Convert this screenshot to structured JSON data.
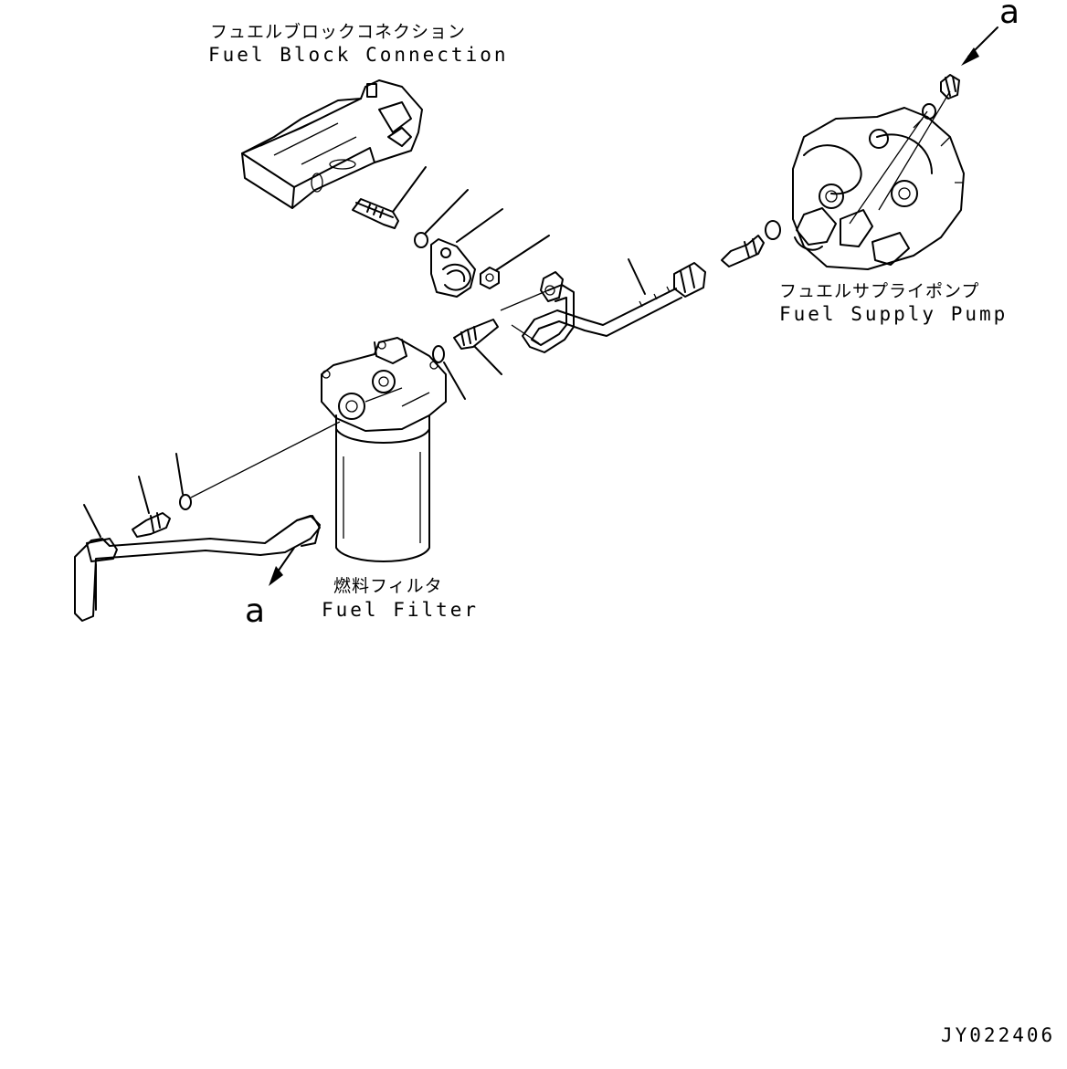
{
  "labels": {
    "fuel_block_jp": "フュエルブロックコネクション",
    "fuel_block_en": "Fuel Block Connection",
    "supply_pump_jp": "フュエルサプライポンプ",
    "supply_pump_en": "Fuel Supply Pump",
    "fuel_filter_jp": "燃料フィルタ",
    "fuel_filter_en": "Fuel Filter",
    "callout_top": "a",
    "callout_bottom": "a",
    "drawing_code": "JY022406"
  }
}
